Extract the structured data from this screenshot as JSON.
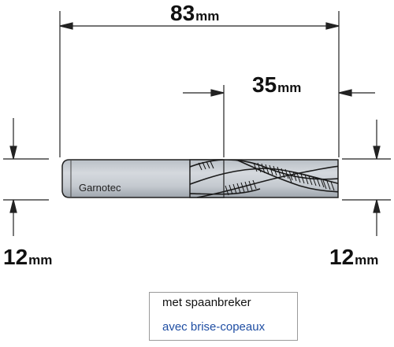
{
  "dimensions": {
    "overall_length": {
      "value": "83",
      "unit": "mm"
    },
    "cutting_length": {
      "value": "35",
      "unit": "mm"
    },
    "shank_diameter": {
      "value": "12",
      "unit": "mm"
    },
    "cutting_diameter": {
      "value": "12",
      "unit": "mm"
    }
  },
  "tool": {
    "brand": "Garnotec"
  },
  "legend": {
    "line_dutch": "met spaanbreker",
    "line_french": "avec brise-copeaux",
    "french_color": "#1f4ea3"
  }
}
